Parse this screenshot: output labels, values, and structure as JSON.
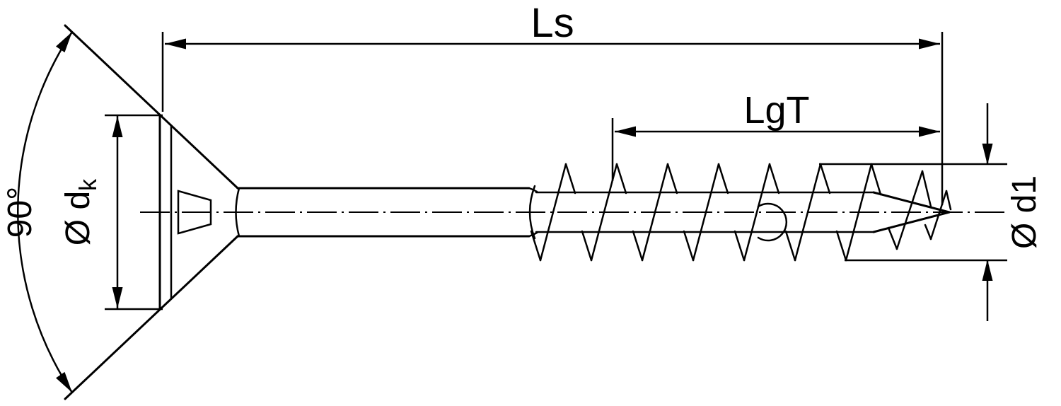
{
  "labels": {
    "total_length": "Ls",
    "thread_length": "LgT",
    "head_angle": "90°",
    "head_diameter": "Ø d",
    "head_diameter_sub": "k",
    "thread_diameter": "Ø d1"
  },
  "colors": {
    "line": "#000000",
    "background": "#ffffff"
  }
}
